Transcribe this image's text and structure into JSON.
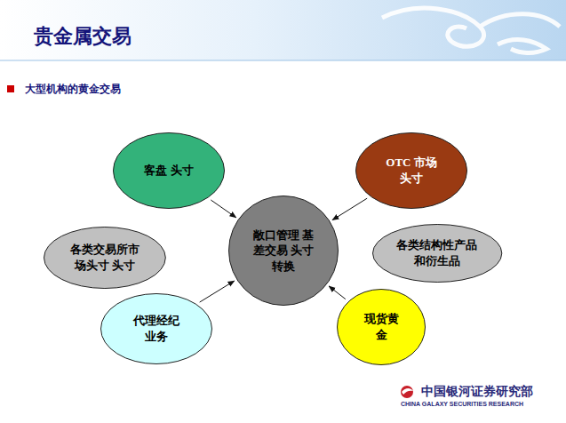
{
  "diagram": {
    "title": "贵金属交易",
    "nodes": [
      {
        "text": [
          "客盘 头寸"
        ]
      },
      {
        "text": [
          "OTC 市场头寸"
        ]
      },
      {
        "text": [
          "各类交易所市 场头寸 头寸"
        ]
      },
      {
        "text": [
          "敞口管理 基差交易 头寸转换"
        ]
      },
      {
        "text": [
          "各类结构性产品和衍生品"
        ]
      },
      {
        "text": [
          "代理经纪业务"
        ]
      },
      {
        "text": [
          "现货黄金"
        ]
      }
    ],
    "edges": [
      {
        "from": 0,
        "to": 3,
        "arrow": "to"
      },
      {
        "from": 1,
        "to": 3,
        "arrow": "to"
      },
      {
        "from": 5,
        "to": 3,
        "arrow": "to"
      },
      {
        "from": 6,
        "to": 3,
        "arrow": "to"
      }
    ],
    "labels": [
      "大型机构的黄金交易",
      "中国银河证券研究部",
      "CHINA GALAXY SECURITIES RESEARCH"
    ]
  }
}
